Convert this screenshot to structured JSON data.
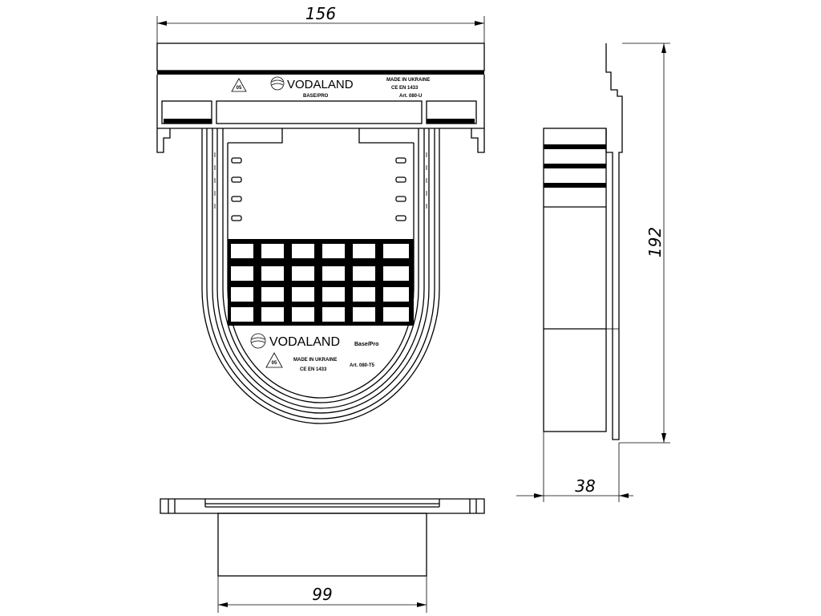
{
  "dimensions": {
    "width_top": "156",
    "height_side": "192",
    "depth_side": "38",
    "width_bottom": "99"
  },
  "plate_marking": {
    "brand": "VODALAND",
    "series": "BASE/PRO",
    "origin": "MADE IN UKRAINE",
    "standard": "CE EN 1433",
    "article": "Art. 080-U",
    "recycle_code": "05"
  },
  "body_marking": {
    "brand": "VODALAND",
    "series": "Base/Pro",
    "origin": "MADE IN UKRAINE",
    "standard": "CE EN 1433",
    "article": "Art. 080-T5",
    "recycle_code": "05"
  },
  "icons": {
    "recycle": "recycle-icon",
    "logo": "vodaland-logo-icon"
  }
}
